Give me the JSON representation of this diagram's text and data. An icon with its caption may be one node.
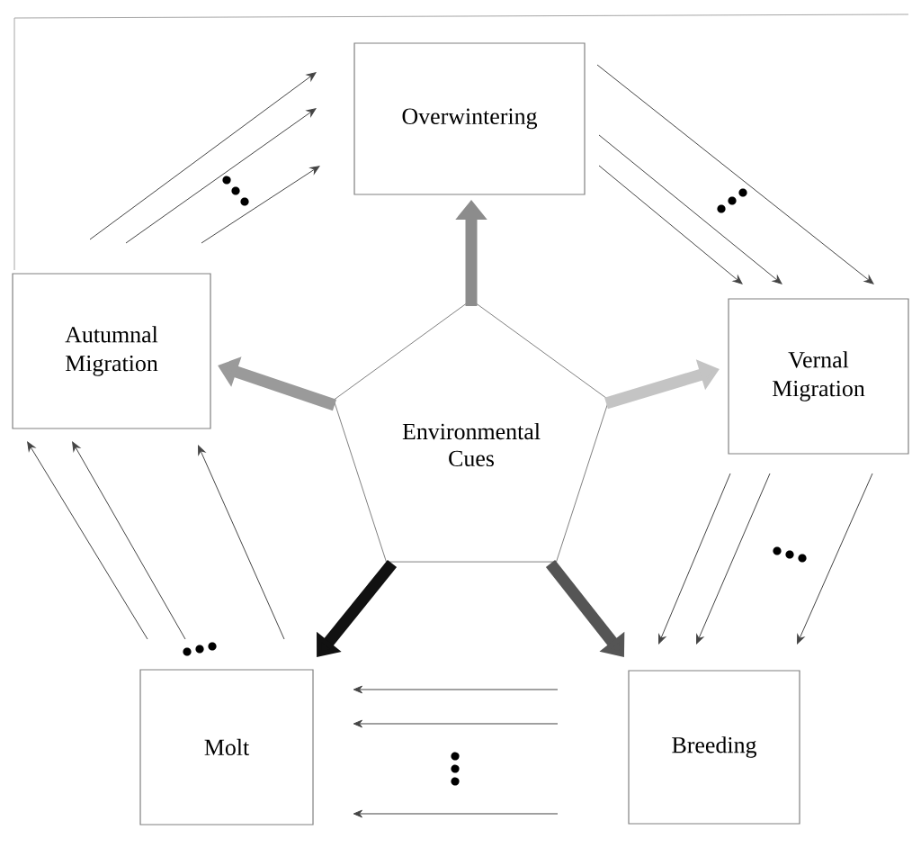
{
  "diagram": {
    "nodes": [
      {
        "text": [
          "Overwintering"
        ]
      },
      {
        "text": [
          "Autumnal Migration"
        ]
      },
      {
        "text": [
          "Environmental Cues"
        ]
      },
      {
        "text": [
          "Vernal Migration"
        ]
      },
      {
        "text": [
          "Molt"
        ]
      },
      {
        "text": [
          "Breeding"
        ]
      }
    ],
    "edges": [
      {
        "from": 1,
        "to": 0,
        "arrow": "to"
      },
      {
        "from": 1,
        "to": 0,
        "arrow": "to"
      },
      {
        "from": 1,
        "to": 0,
        "arrow": "to"
      },
      {
        "from": 0,
        "to": 3,
        "arrow": "to"
      },
      {
        "from": 0,
        "to": 3,
        "arrow": "to"
      },
      {
        "from": 0,
        "to": 3,
        "arrow": "to"
      },
      {
        "from": 3,
        "to": 5,
        "arrow": "to"
      },
      {
        "from": 3,
        "to": 5,
        "arrow": "to"
      },
      {
        "from": 3,
        "to": 5,
        "arrow": "to"
      },
      {
        "from": 5,
        "to": 4,
        "arrow": "to"
      },
      {
        "from": 5,
        "to": 4,
        "arrow": "to"
      },
      {
        "from": 5,
        "to": 4,
        "arrow": "to"
      },
      {
        "from": 4,
        "to": 1,
        "arrow": "to"
      },
      {
        "from": 4,
        "to": 1,
        "arrow": "to"
      },
      {
        "from": 4,
        "to": 1,
        "arrow": "to"
      },
      {
        "from": 2,
        "to": 0,
        "arrow": "to",
        "style": "thick",
        "color": "#8c8c8c"
      },
      {
        "from": 2,
        "to": 1,
        "arrow": "to",
        "style": "thick",
        "color": "#9a9a9a"
      },
      {
        "from": 2,
        "to": 3,
        "arrow": "to",
        "style": "thick",
        "color": "#c4c4c4"
      },
      {
        "from": 2,
        "to": 4,
        "arrow": "to",
        "style": "thick",
        "color": "#111111"
      },
      {
        "from": 2,
        "to": 5,
        "arrow": "to",
        "style": "thick",
        "color": "#555555"
      }
    ]
  }
}
